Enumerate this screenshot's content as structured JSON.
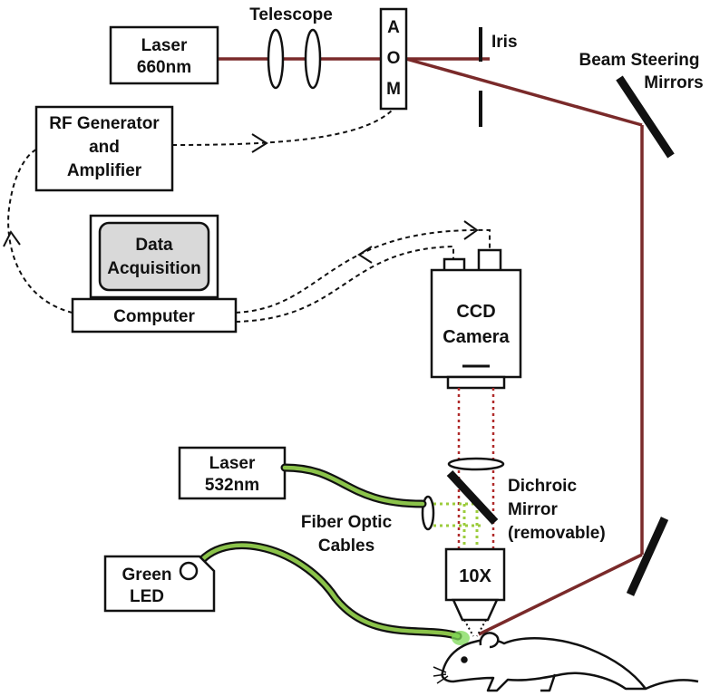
{
  "labels": {
    "laser660_line1": "Laser",
    "laser660_line2": "660nm",
    "telescope": "Telescope",
    "aom_a": "A",
    "aom_o": "O",
    "aom_m": "M",
    "iris": "Iris",
    "beam_steering_line1": "Beam Steering",
    "beam_steering_line2": "Mirrors",
    "rf_line1": "RF Generator",
    "rf_line2": "and",
    "rf_line3": "Amplifier",
    "data_acq_line1": "Data",
    "data_acq_line2": "Acquisition",
    "computer": "Computer",
    "ccd_line1": "CCD",
    "ccd_line2": "Camera",
    "laser532_line1": "Laser",
    "laser532_line2": "532nm",
    "dichroic_line1": "Dichroic",
    "dichroic_line2": "Mirror",
    "dichroic_line3": "(removable)",
    "fiber_line1": "Fiber Optic",
    "fiber_line2": "Cables",
    "objective": "10X",
    "green_led_line1": "Green",
    "green_led_line2": "LED"
  },
  "colors": {
    "beam_red": "#7a2a2a",
    "imaging_path_red": "#b02a2a",
    "fiber_green": "#8bc34a",
    "led_glow": "#7ed957",
    "monitor_screen": "#d9d9d9"
  }
}
